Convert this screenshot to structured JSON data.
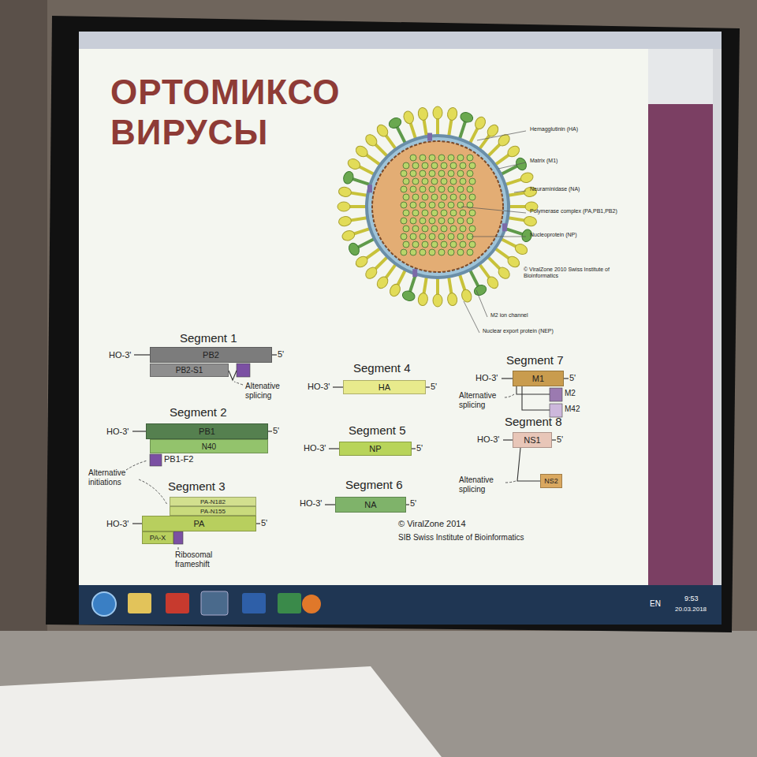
{
  "diagram": {
    "title": "ОРТОМИКСО ВИРУСЫ",
    "nodes": [
      {
        "text": [
          "PB2"
        ]
      },
      {
        "text": [
          "PB2-S1"
        ]
      },
      {
        "text": [
          "PB1"
        ]
      },
      {
        "text": [
          "N40"
        ]
      },
      {
        "text": [
          "PA-N182"
        ]
      },
      {
        "text": [
          "PA-N155"
        ]
      },
      {
        "text": [
          "PA"
        ]
      },
      {
        "text": [
          "PA-X"
        ]
      },
      {
        "text": [
          "HA"
        ]
      },
      {
        "text": [
          "NP"
        ]
      },
      {
        "text": [
          "NA"
        ]
      },
      {
        "text": [
          "M1"
        ]
      },
      {
        "text": [
          "NS1"
        ]
      },
      {
        "text": [
          "NS2"
        ]
      }
    ],
    "labels": [
      "Hemagglutinin (HA)",
      "Matrix (M1)",
      "Neuraminidase (NA)",
      "Polymerase complex (PA,PB1,PB2)",
      "Nucleoprotein (NP)",
      "© ViralZone 2010 Swiss Institute of Bioinformatics",
      "M2 ion channel",
      "Nuclear export protein (NEP)",
      "Segment 1",
      "HO-3'",
      "5'",
      "Altenative splicing",
      "Segment 2",
      "HO-3'",
      "5'",
      "Alternative initiations",
      "PB1-F2",
      "Segment 3",
      "HO-3'",
      "5'",
      "Ribosomal frameshift",
      "Segment 4",
      "HO-3'",
      "5'",
      "Segment 5",
      "HO-3'",
      "5'",
      "Segment 6",
      "HO-3'",
      "5'",
      "© ViralZone 2014",
      "SIB Swiss Institute of Bioinformatics",
      "Segment 7",
      "HO-3'",
      "5'",
      "Alternative splicing",
      "M2",
      "M42",
      "Segment 8",
      "HO-3'",
      "5'",
      "Altenative splicing",
      "EN",
      "9:53",
      "20.03.2018"
    ]
  }
}
